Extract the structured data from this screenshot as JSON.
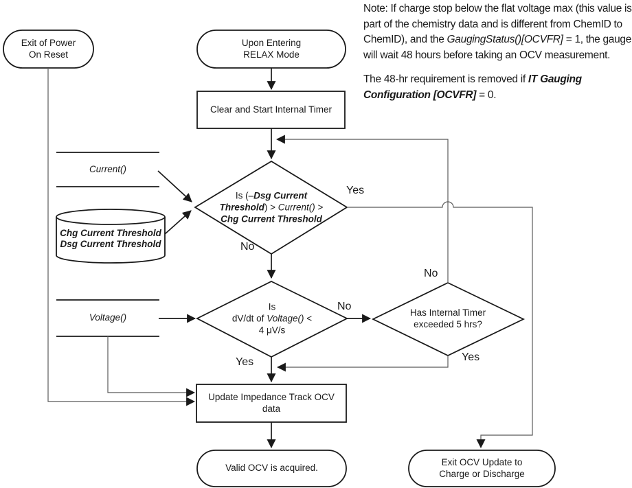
{
  "note": {
    "p1_pre": "Note: If charge stop below the flat voltage max (this value is part of the chemistry data and is different from ChemID to ChemID), and the ",
    "p1_italic": "GaugingStatus()[OCVFR]",
    "p1_post": " = 1, the gauge will wait 48 hours before taking an OCV measurement.",
    "p2_pre": "The 48-hr requirement is removed if ",
    "p2_bold_italic": "IT Gauging Configuration [OCVFR]",
    "p2_post": " = 0."
  },
  "nodes": {
    "exit_power": "Exit of Power\nOn Reset",
    "relax": "Upon Entering\nRELAX Mode",
    "clear_timer": "Clear and Start Internal Timer",
    "current_fn": "Current()",
    "voltage_fn": "Voltage()",
    "cylinder": "Chg Current Threshold\nDsg Current Threshold",
    "update_ocv": "Update Impedance Track OCV\ndata",
    "valid_ocv": "Valid OCV is acquired.",
    "exit_ocv": "Exit OCV Update to\nCharge or Discharge"
  },
  "decisions": {
    "current_check": {
      "l1_pre": "Is (–",
      "l1_bi": "Dsg Current",
      "l2_bi": "Threshold",
      "l2_mid": ") > ",
      "l2_i": "Current()",
      "l2_post": " >",
      "l3_bi": "Chg Current Threshold"
    },
    "dvdt_check": {
      "l1": "Is",
      "l2_pre": "dV/dt of ",
      "l2_i": "Voltage()",
      "l2_post": " <",
      "l3": "4 μV/s"
    },
    "timer_check": "Has Internal Timer\nexceeded 5 hrs?"
  },
  "labels": {
    "yes1": "Yes",
    "no1": "No",
    "no2": "No",
    "yes2": "Yes",
    "no3": "No",
    "yes3": "Yes"
  },
  "colors": {
    "line": "#1a1a1a",
    "thin_line": "#595959",
    "text": "#1a1a1a",
    "background": "#ffffff"
  }
}
